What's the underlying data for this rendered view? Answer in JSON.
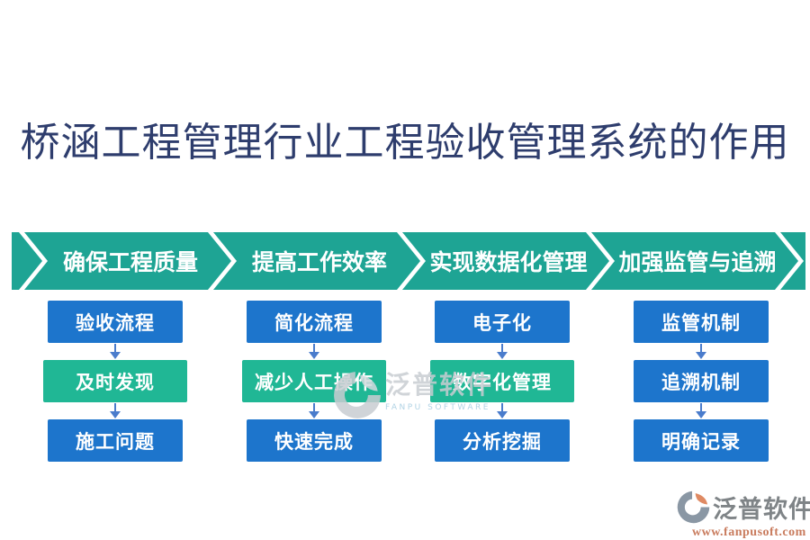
{
  "title": "桥涵工程管理行业工程验收管理系统的作用",
  "colors": {
    "teal": "#1ea494",
    "blue": "#1d75cc",
    "green": "#20b795",
    "arrow": "#4a7ccc",
    "title": "#2e3d6d",
    "brand_gray": "#7f8487",
    "url_salmon": "#c97c5e",
    "wm_gray": "#c8cdd2",
    "wm_blue": "#a3cbe0",
    "logo_gray": "#8a97a4",
    "logo_salmon": "#df8a63"
  },
  "columns": [
    {
      "banner": "确保工程质量",
      "steps": [
        {
          "label": "验收流程",
          "variant": "blue"
        },
        {
          "label": "及时发现",
          "variant": "green"
        },
        {
          "label": "施工问题",
          "variant": "blue"
        }
      ]
    },
    {
      "banner": "提高工作效率",
      "steps": [
        {
          "label": "简化流程",
          "variant": "blue"
        },
        {
          "label": "减少人工操作",
          "variant": "green"
        },
        {
          "label": "快速完成",
          "variant": "blue"
        }
      ]
    },
    {
      "banner": "实现数据化管理",
      "steps": [
        {
          "label": "电子化",
          "variant": "blue"
        },
        {
          "label": "数字化管理",
          "variant": "green"
        },
        {
          "label": "分析挖掘",
          "variant": "blue"
        }
      ]
    },
    {
      "banner": "加强监管与追溯",
      "steps": [
        {
          "label": "监管机制",
          "variant": "blue"
        },
        {
          "label": "追溯机制",
          "variant": "blue"
        },
        {
          "label": "明确记录",
          "variant": "blue"
        }
      ]
    }
  ],
  "watermark": {
    "brand": "泛普软件",
    "subtitle": "FANPU SOFTWARE"
  },
  "footer": {
    "brand": "泛普软件",
    "url": "www.fanpusoft.com"
  }
}
